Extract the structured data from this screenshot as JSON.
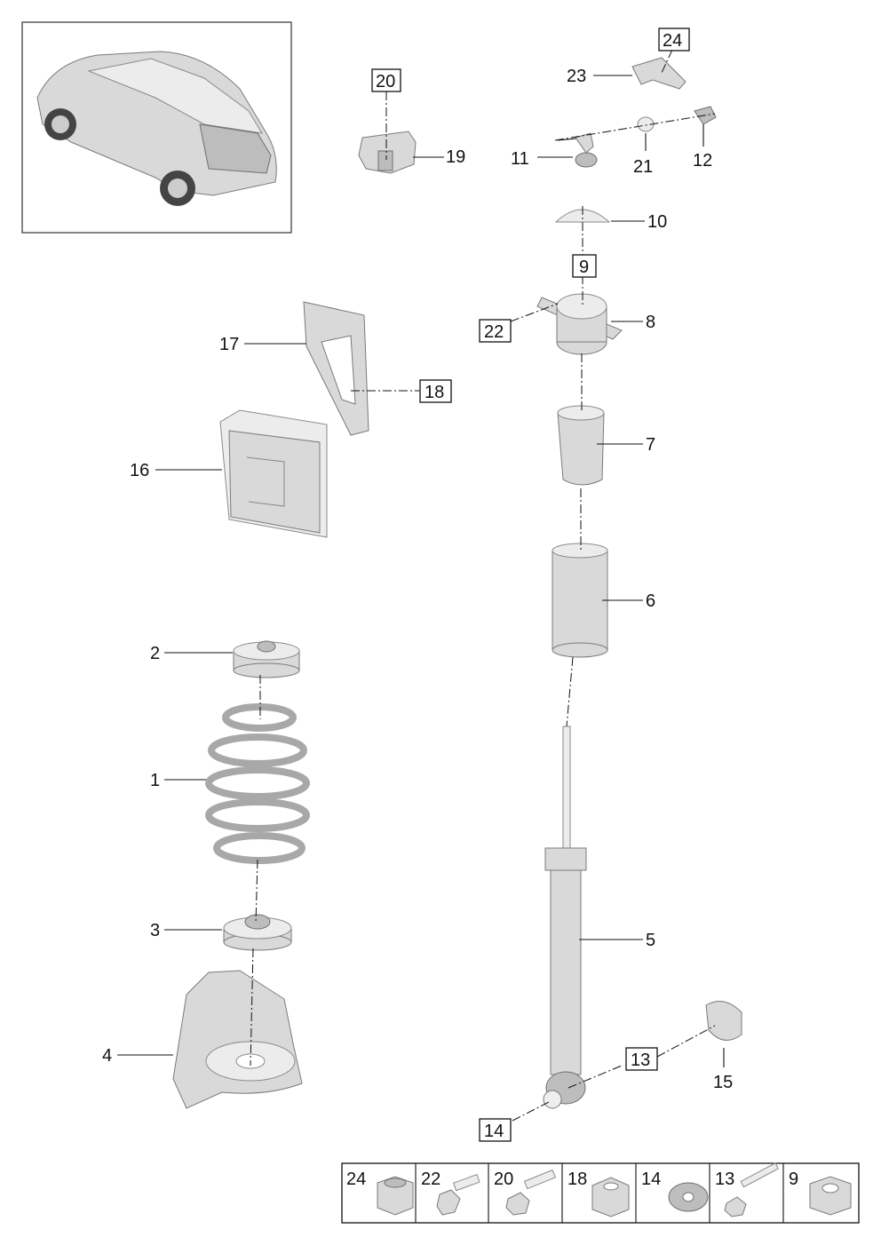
{
  "callouts": {
    "c1": "1",
    "c2": "2",
    "c3": "3",
    "c4": "4",
    "c5": "5",
    "c6": "6",
    "c7": "7",
    "c8": "8",
    "c9": "9",
    "c10": "10",
    "c11": "11",
    "c12": "12",
    "c13": "13",
    "c14": "14",
    "c15": "15",
    "c16": "16",
    "c17": "17",
    "c18": "18",
    "c19": "19",
    "c20": "20",
    "c21": "21",
    "c22": "22",
    "c23": "23",
    "c24": "24"
  },
  "legend": [
    "24",
    "22",
    "20",
    "18",
    "14",
    "13",
    "9"
  ]
}
